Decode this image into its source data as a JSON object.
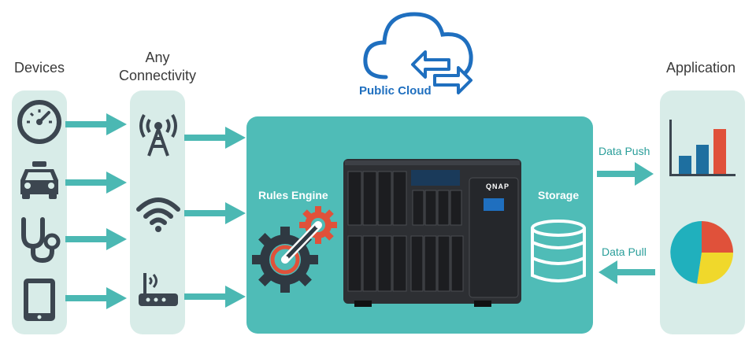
{
  "columns": {
    "devices": "Devices",
    "connectivity_line1": "Any",
    "connectivity_line2": "Connectivity",
    "application": "Application"
  },
  "cloud": {
    "label": "Public Cloud"
  },
  "hub": {
    "rules_engine": "Rules Engine",
    "storage": "Storage",
    "nas_brand": "QNAP"
  },
  "flows": {
    "push": "Data Push",
    "pull": "Data Pull"
  },
  "devices": [
    "speedometer-icon",
    "car-icon",
    "stethoscope-icon",
    "tablet-icon"
  ],
  "connectivity": [
    "antenna-icon",
    "wifi-icon",
    "router-icon"
  ],
  "colors": {
    "teal": "#4fbcb7",
    "panel": "#d8ece8",
    "arrow": "#4bb8b3",
    "icon": "#3c4650",
    "cloud": "#1f6fbf",
    "red": "#e0513a",
    "blue": "#1e6fa0",
    "yellow": "#f0d82b"
  }
}
